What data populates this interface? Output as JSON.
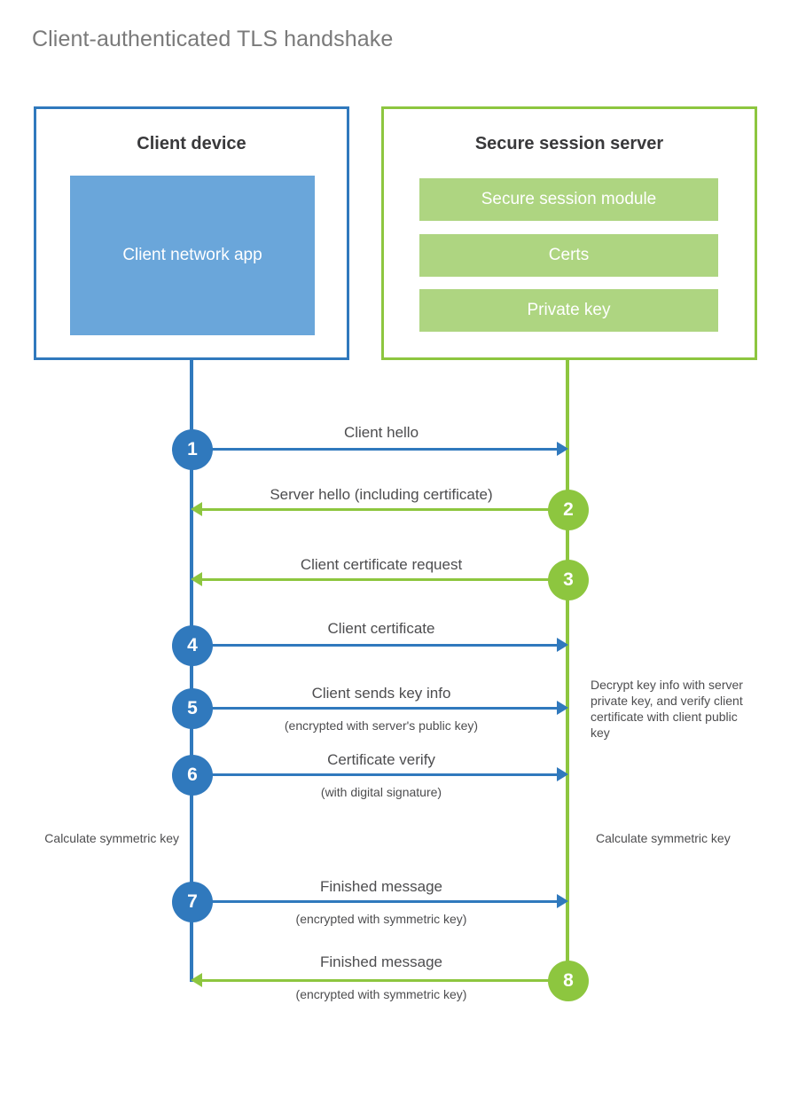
{
  "title": "Client-authenticated TLS handshake",
  "colors": {
    "blue": "#3079bd",
    "blue_fill": "#6aa6da",
    "green": "#8dc63f",
    "green_fill": "#aed581",
    "title_text": "#7a7a7a",
    "body_text": "#4d4d4f",
    "heading_text": "#39393b"
  },
  "client": {
    "title": "Client device",
    "app_label": "Client network app"
  },
  "server": {
    "title": "Secure session server",
    "components": [
      {
        "label": "Secure session module"
      },
      {
        "label": "Certs"
      },
      {
        "label": "Private key"
      }
    ]
  },
  "steps": [
    {
      "number": "1",
      "label": "Client hello",
      "sublabel": "",
      "direction": "client-to-server",
      "color": "blue"
    },
    {
      "number": "2",
      "label": "Server hello (including certificate)",
      "sublabel": "",
      "direction": "server-to-client",
      "color": "green"
    },
    {
      "number": "3",
      "label": "Client certificate request",
      "sublabel": "",
      "direction": "server-to-client",
      "color": "green"
    },
    {
      "number": "4",
      "label": "Client certificate",
      "sublabel": "",
      "direction": "client-to-server",
      "color": "blue"
    },
    {
      "number": "5",
      "label": "Client sends key info",
      "sublabel": "(encrypted with server's public key)",
      "direction": "client-to-server",
      "color": "blue"
    },
    {
      "number": "6",
      "label": "Certificate verify",
      "sublabel": "(with digital signature)",
      "direction": "client-to-server",
      "color": "blue"
    },
    {
      "number": "7",
      "label": "Finished message",
      "sublabel": "(encrypted with symmetric key)",
      "direction": "client-to-server",
      "color": "blue"
    },
    {
      "number": "8",
      "label": "Finished message",
      "sublabel": "(encrypted with symmetric key)",
      "direction": "server-to-client",
      "color": "green"
    }
  ],
  "notes": {
    "server_decrypt": "Decrypt key info with server private key, and verify client certificate with client public key",
    "client_calculate": "Calculate symmetric key",
    "server_calculate": "Calculate symmetric key"
  }
}
